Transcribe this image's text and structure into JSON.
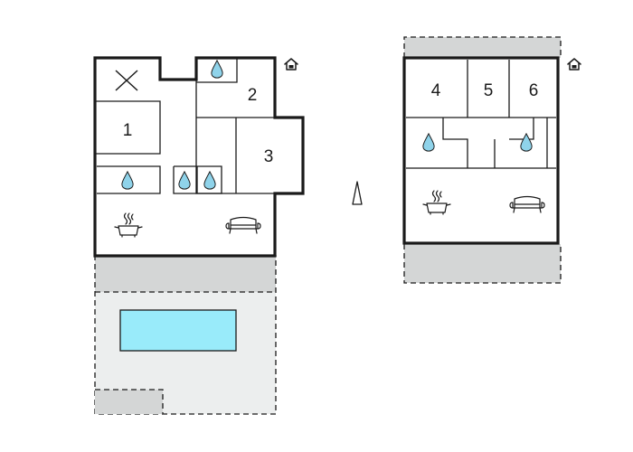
{
  "rooms": {
    "r1": "1",
    "r2": "2",
    "r3": "3",
    "r4": "4",
    "r5": "5",
    "r6": "6"
  },
  "colors": {
    "terrace": "#d4d6d6",
    "garden": "#eceeee",
    "pool": "#99ebfa",
    "water_icon": "#8fd3ea",
    "walls": "#1a1a1a"
  },
  "icons": [
    "entrance-icon",
    "stairs-icon",
    "bathroom-icon",
    "kitchen-icon",
    "sofa-icon",
    "north-arrow-icon",
    "pool",
    "terrace"
  ]
}
